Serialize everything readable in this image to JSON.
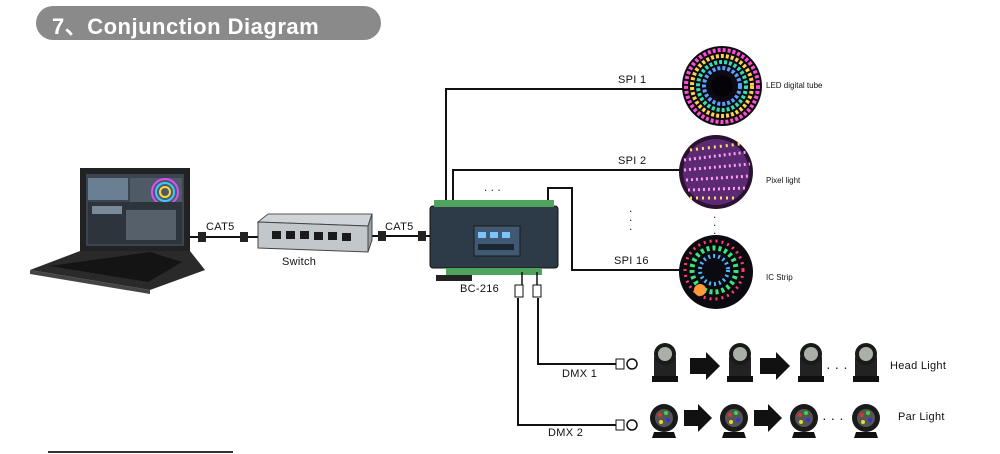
{
  "title": "7、Conjunction Diagram",
  "devices": {
    "switch_label": "Switch",
    "controller_label": "BC-216"
  },
  "links": {
    "cat5_left": "CAT5",
    "cat5_right": "CAT5",
    "spi1": "SPI 1",
    "spi2": "SPI 2",
    "spi16": "SPI 16",
    "dmx1": "DMX 1",
    "dmx2": "DMX 2"
  },
  "outputs": {
    "led_tube": "LED digital tube",
    "pixel_light": "Pixel light",
    "ic_strip": "IC Strip",
    "head_light": "Head Light",
    "par_light": "Par Light"
  },
  "ellipsis": {
    "top": ". . .",
    "vertical": ".\n.\n.",
    "head": "· · ·",
    "par": "· · ·"
  }
}
